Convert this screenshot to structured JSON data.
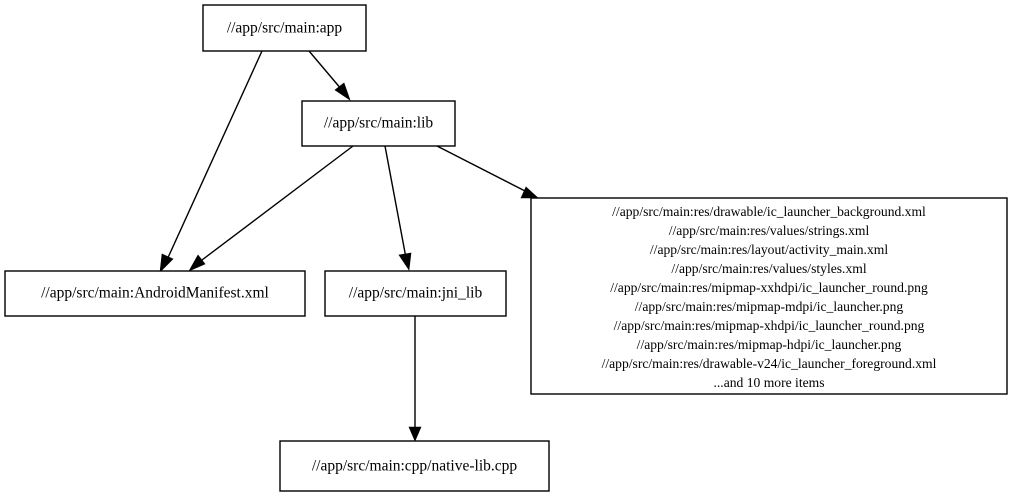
{
  "diagram": {
    "type": "directed-dependency-graph",
    "title": "",
    "background_color": "#ffffff",
    "line_color": "#000000",
    "text_color": "#000000",
    "nodes": [
      {
        "id": "app",
        "label": "//app/src/main:app",
        "shape": "rectangle"
      },
      {
        "id": "lib",
        "label": "//app/src/main:lib",
        "shape": "rectangle"
      },
      {
        "id": "manifest",
        "label": "//app/src/main:AndroidManifest.xml",
        "shape": "rectangle"
      },
      {
        "id": "jni_lib",
        "label": "//app/src/main:jni_lib",
        "shape": "rectangle"
      },
      {
        "id": "native_lib",
        "label": "//app/src/main:cpp/native-lib.cpp",
        "shape": "rectangle"
      },
      {
        "id": "resources",
        "shape": "rectangle",
        "lines": [
          "//app/src/main:res/drawable/ic_launcher_background.xml",
          "//app/src/main:res/values/strings.xml",
          "//app/src/main:res/layout/activity_main.xml",
          "//app/src/main:res/values/styles.xml",
          "//app/src/main:res/mipmap-xxhdpi/ic_launcher_round.png",
          "//app/src/main:res/mipmap-mdpi/ic_launcher.png",
          "//app/src/main:res/mipmap-xhdpi/ic_launcher_round.png",
          "//app/src/main:res/mipmap-hdpi/ic_launcher.png",
          "//app/src/main:res/drawable-v24/ic_launcher_foreground.xml",
          "...and 10 more items"
        ]
      }
    ],
    "edges": [
      {
        "from": "app",
        "to": "manifest",
        "arrow": true
      },
      {
        "from": "app",
        "to": "lib",
        "arrow": true
      },
      {
        "from": "lib",
        "to": "manifest",
        "arrow": true
      },
      {
        "from": "lib",
        "to": "jni_lib",
        "arrow": true
      },
      {
        "from": "lib",
        "to": "resources",
        "arrow": true
      },
      {
        "from": "jni_lib",
        "to": "native_lib",
        "arrow": true
      }
    ]
  }
}
